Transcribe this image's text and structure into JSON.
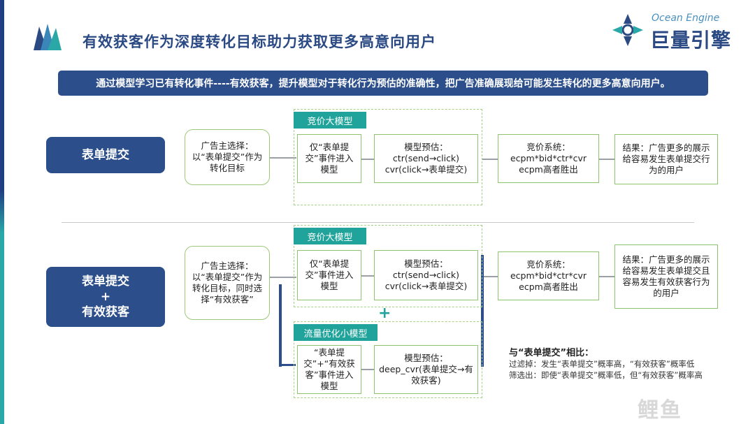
{
  "header": {
    "title": "有效获客作为深度转化目标助力获取更多高意向用户",
    "brand_en": "Ocean Engine",
    "brand_cn": "巨量引擎"
  },
  "banner": "通过模型学习已有转化事件----有效获客，提升模型对于转化行为预估的准确性，把广告准确展现给可能发生转化的更多高意向用户。",
  "row1": {
    "label": "表单提交",
    "advertiser": "广告主选择：以“表单提交”作为转化目标",
    "group_tab": "竞价大模型",
    "event": "仅“表单提交”事件进入模型",
    "predict": "模型预估：ctr(send→click) cvr(click→表单提交)",
    "bidding": "竞价系统：ecpm*bid*ctr*cvr ecpm高者胜出",
    "result": "结果：广告更多的展示给容易发生表单提交行为的用户"
  },
  "row2": {
    "label_line1": "表单提交",
    "label_plus": "+",
    "label_line2": "有效获客",
    "advertiser": "广告主选择：以“表单提交”作为转化目标，同时选择“有效获客”",
    "group_tab": "竞价大模型",
    "event": "仅“表单提交”事件进入模型",
    "predict": "模型预估：ctr(send→click) cvr(click→表单提交)",
    "plus": "+",
    "small_tab": "流量优化小模型",
    "small_event": "“表单提交”+“有效获客”事件进入模型",
    "small_predict": "模型预估：deep_cvr(表单提交→有效获客)",
    "bidding": "竞价系统：ecpm*bid*ctr*cvr ecpm高者胜出",
    "result": "结果：广告更多的展示给容易发生表单提交且容易发生有效获客行为的用户"
  },
  "compare": {
    "title": "与“表单提交”相比：",
    "line1": "过滤掉：发生“表单提交”概率高，“有效获客”概率低",
    "line2": "筛选出：即使“表单提交”概率低，但“有效获客”概率高"
  },
  "watermark": "鲤鱼",
  "colors": {
    "navy": "#2c4f8c",
    "teal": "#1fa39a",
    "green_border": "#8fc46e"
  }
}
